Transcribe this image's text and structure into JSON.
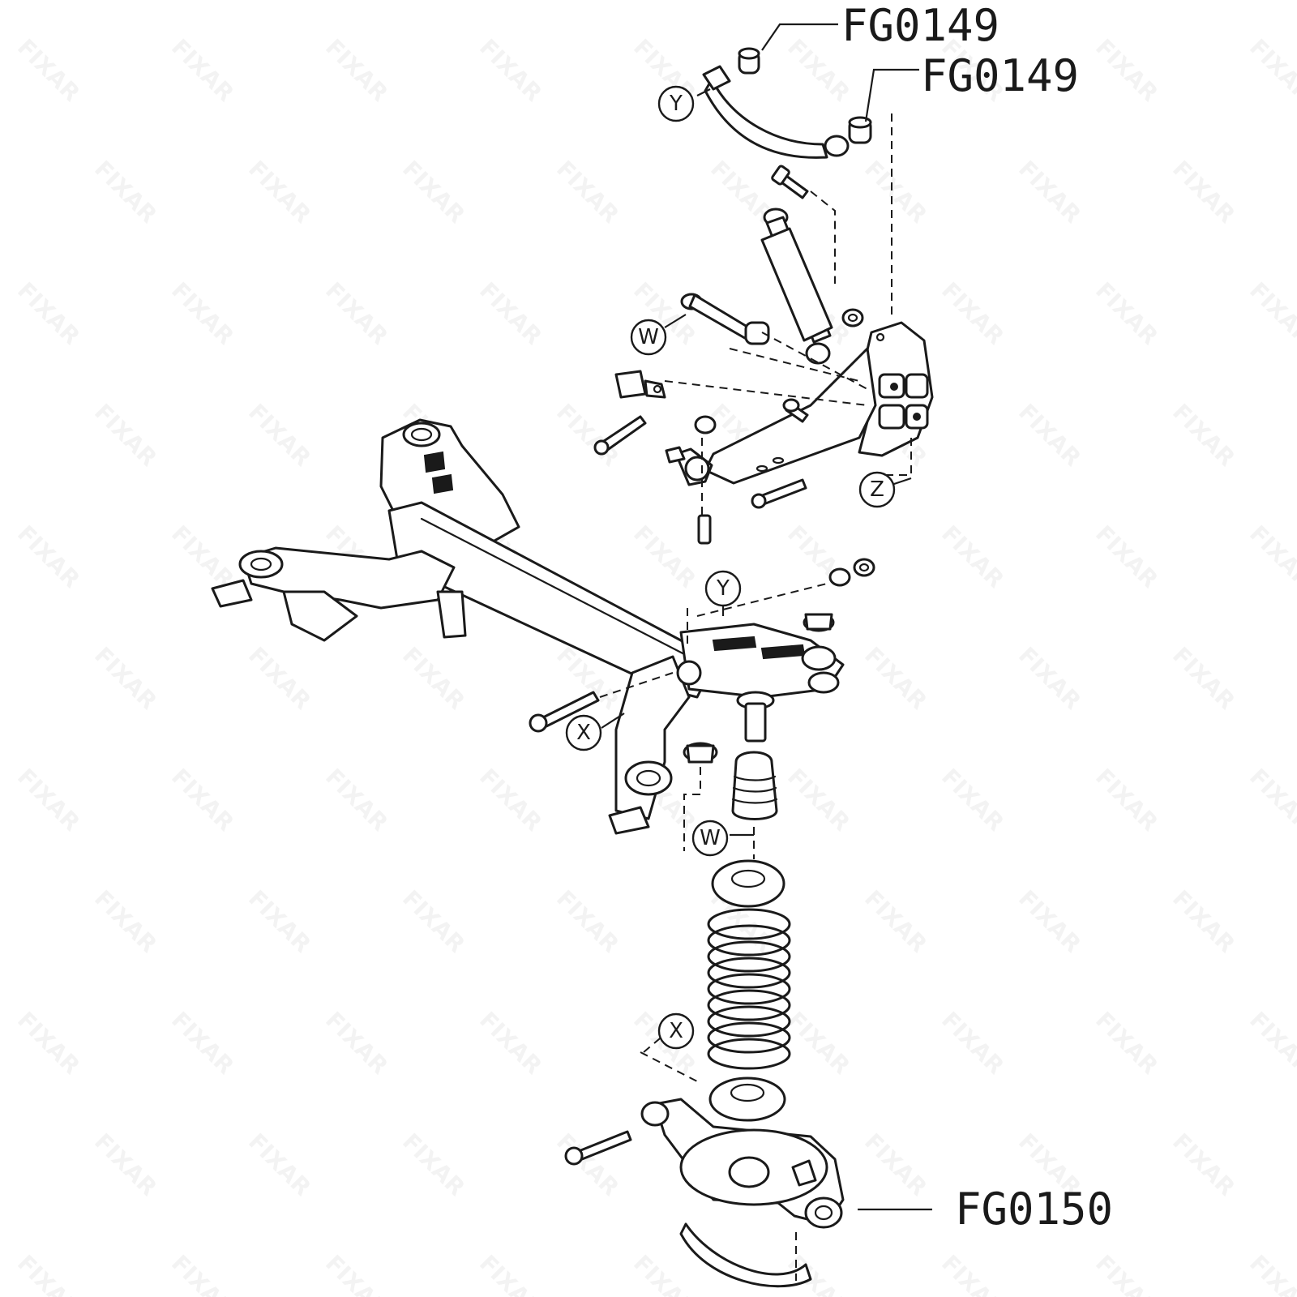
{
  "part_numbers": [
    {
      "id": "p1",
      "text": "FG0149"
    },
    {
      "id": "p2",
      "text": "FG0149"
    },
    {
      "id": "p3",
      "text": "FG0150"
    }
  ],
  "callouts": [
    {
      "id": "y_top",
      "text": "Y"
    },
    {
      "id": "w_mid",
      "text": "W"
    },
    {
      "id": "z_right",
      "text": "Z"
    },
    {
      "id": "y_mid",
      "text": "Y"
    },
    {
      "id": "x_mid",
      "text": "X"
    },
    {
      "id": "w_low",
      "text": "W"
    },
    {
      "id": "x_low",
      "text": "X"
    }
  ],
  "watermark": "FIXAR"
}
